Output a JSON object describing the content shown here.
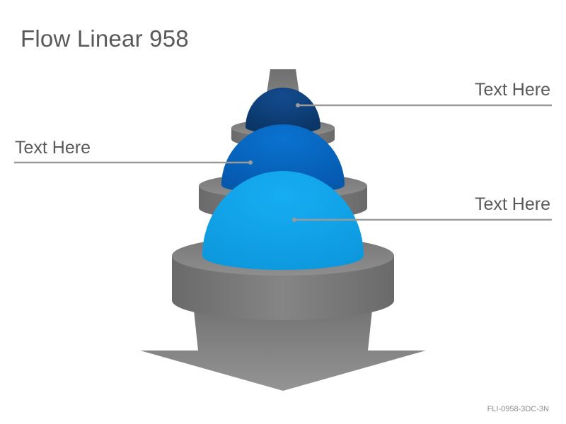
{
  "title": "Flow Linear 958",
  "labels": [
    "Text Here",
    "Text Here",
    "Text Here"
  ],
  "code": "FLI-0958-3DC-3N",
  "colors": {
    "dome_top": "#0b3b73",
    "dome_middle": "#0566c2",
    "dome_bottom": "#0ea5ec",
    "pedestal": "#7a7a7a",
    "arrow": "#8a8a8a",
    "leader": "#9a9a9a",
    "text": "#595959"
  }
}
